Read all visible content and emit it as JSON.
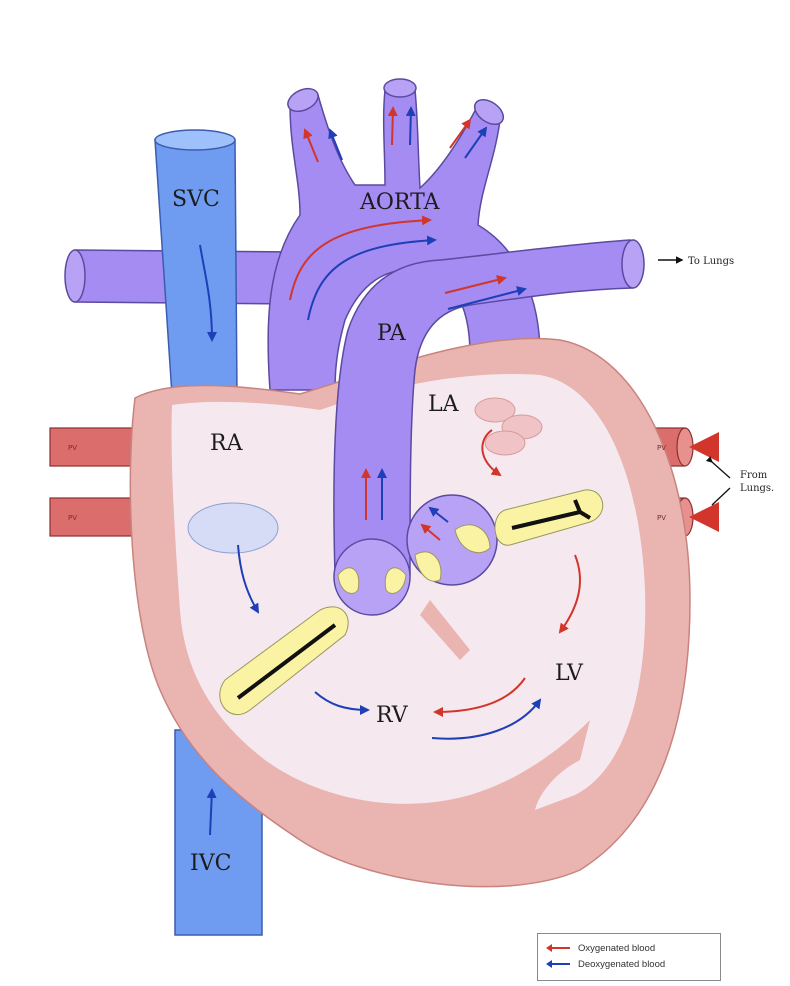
{
  "labels": {
    "svc": "SVC",
    "aorta": "AORTA",
    "pa": "PA",
    "la": "LA",
    "ra": "RA",
    "rv": "RV",
    "lv": "LV",
    "ivc": "IVC",
    "pv": "PV",
    "to_lungs": "To Lungs",
    "from_lungs": "From Lungs."
  },
  "legend": {
    "oxygenated": "Oxygenated blood",
    "deoxygenated": "Deoxygenated blood"
  },
  "colors": {
    "oxygenated": "#d2352b",
    "deoxygenated": "#1f3fb8",
    "vena_cava": "#6f9cf0",
    "great_vessels": "#a58cf2",
    "myocardium": "#eab4b1",
    "chamber": "#f5e9ef",
    "pulmonary_vein": "#dc6d6d",
    "valve": "#fbf3a4"
  }
}
